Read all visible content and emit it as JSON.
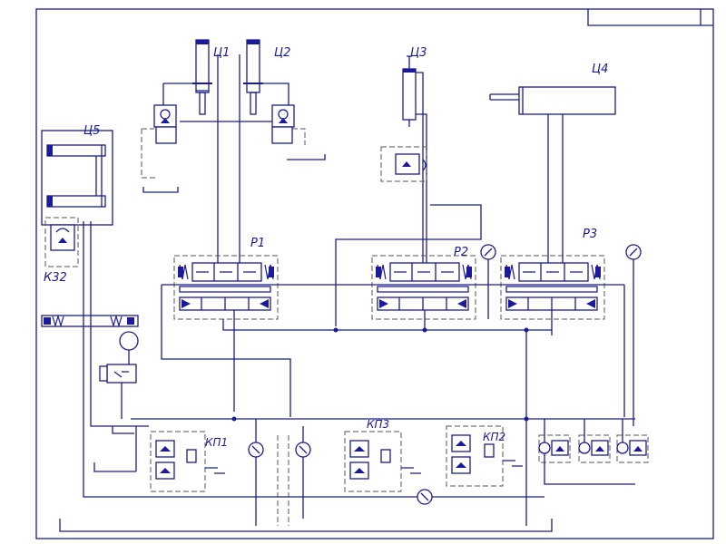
{
  "labels": {
    "c1": "Ц1",
    "c2": "Ц2",
    "c3": "Ц3",
    "c4": "Ц4",
    "c5": "Ц5",
    "p1": "Р1",
    "p2": "Р2",
    "p3": "Р3",
    "k32": "К32",
    "kp1": "КП1",
    "kp2": "КП2",
    "kp3": "КП3"
  },
  "colors": {
    "line": "#1a1a9a",
    "dash": "#555555",
    "background": "#ffffff"
  }
}
